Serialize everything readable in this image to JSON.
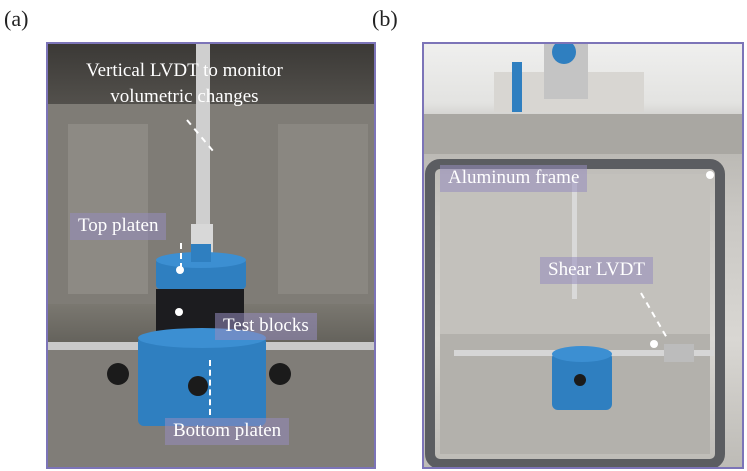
{
  "panels": [
    {
      "letter": "(a)",
      "labels": {
        "vertical_lvdt_line1": "Vertical LVDT to monitor",
        "vertical_lvdt_line2": "volumetric changes",
        "top_platen": "Top platen",
        "test_blocks": "Test blocks",
        "bottom_platen": "Bottom platen"
      }
    },
    {
      "letter": "(b)",
      "labels": {
        "aluminum_frame": "Aluminum frame",
        "shear_lvdt": "Shear LVDT"
      }
    }
  ],
  "colors": {
    "frame_border": "#7c74b8",
    "label_box": "#968cbe",
    "platen_blue": "#2f7fc0"
  }
}
